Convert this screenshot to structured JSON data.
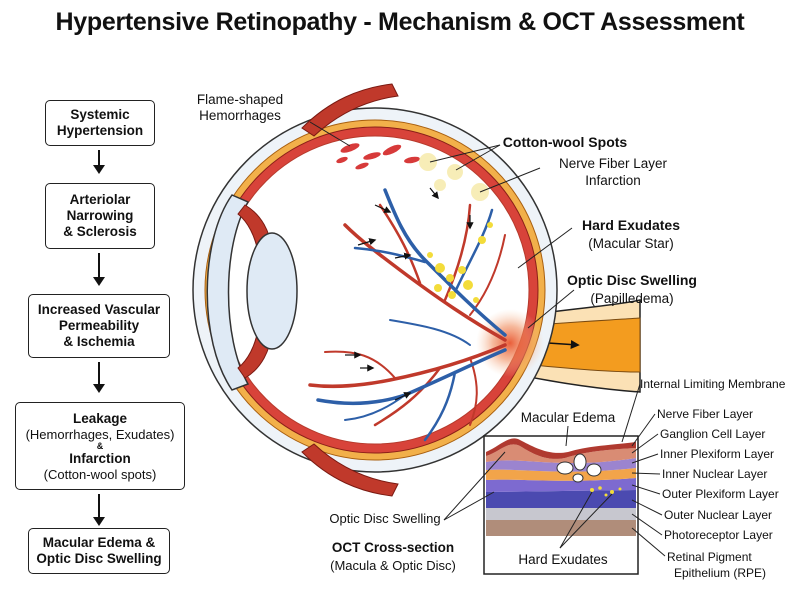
{
  "title": "Hypertensive Retinopathy - Mechanism & OCT Assessment",
  "flowchart": [
    {
      "lines": [
        "Systemic",
        "Hypertension"
      ]
    },
    {
      "lines": [
        "Arteriolar",
        "Narrowing",
        "& Sclerosis"
      ]
    },
    {
      "lines": [
        "Increased Vascular",
        "Permeability",
        "& Ischemia"
      ]
    },
    {
      "title": "Leakage",
      "sub": "(Hemorrhages, Exudates)",
      "amp": "&",
      "title2": "Infarction",
      "sub2": "(Cotton-wool spots)"
    },
    {
      "lines": [
        "Macular Edema &",
        "Optic Disc Swelling"
      ]
    }
  ],
  "eye_labels": {
    "flame": [
      "Flame-shaped",
      "Hemorrhages"
    ],
    "cotton": "Cotton-wool Spots",
    "nfl_infarct": [
      "Nerve Fiber Layer",
      "Infarction"
    ],
    "hard_exudates": "Hard Exudates",
    "macular_star": "(Macular Star)",
    "disc_swelling": "Optic Disc Swelling",
    "papilledema": "(Papilledema)"
  },
  "oct": {
    "macular_edema": "Macular Edema",
    "disc_swelling": "Optic Disc Swelling",
    "caption_title": "OCT Cross-section",
    "caption_sub": "(Macula & Optic Disc)",
    "hard_exudates": "Hard Exudates",
    "layers": [
      "Internal Limiting Membrane",
      "Nerve Fiber Layer",
      "Ganglion Cell Layer",
      "Inner Plexiform Layer",
      "Inner Nuclear Layer",
      "Outer Plexiform Layer",
      "Outer Nuclear Layer",
      "Photoreceptor Layer",
      "Retinal Pigment",
      "Epithelium (RPE)"
    ]
  },
  "colors": {
    "artery": "#c0392b",
    "vein": "#2d5fa8",
    "exudate": "#f3dc3a",
    "optic_nerve": "#f39c1f",
    "lens": "#dfeaf5",
    "retina_red": "#d8433a",
    "choroid_orange": "#f2b04a"
  }
}
